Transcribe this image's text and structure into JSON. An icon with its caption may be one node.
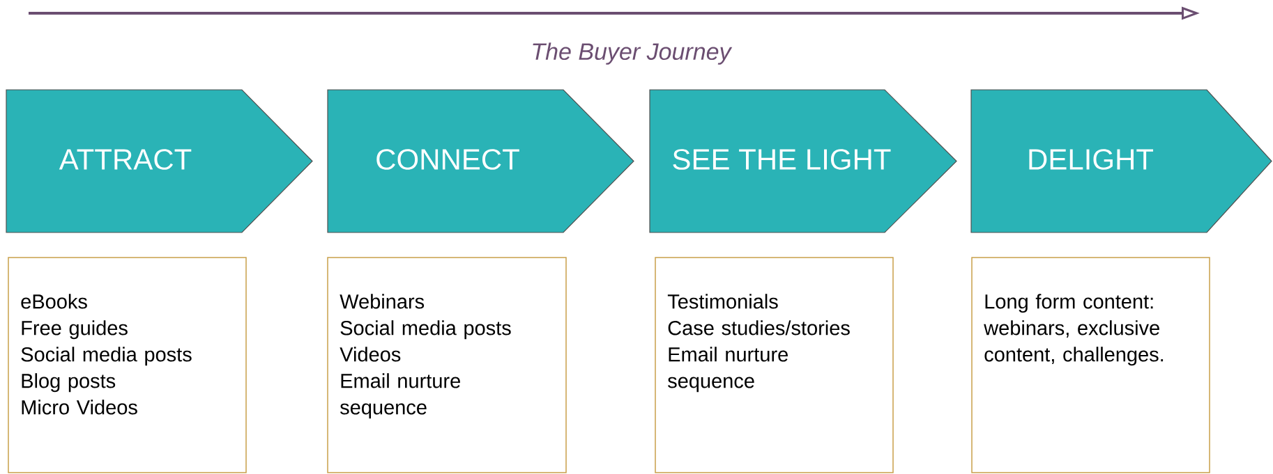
{
  "diagram": {
    "title": "The Buyer Journey",
    "nodes": [
      {
        "text": [
          "ATTRACT"
        ]
      },
      {
        "text": [
          "CONNECT"
        ]
      },
      {
        "text": [
          "SEE THE LIGHT"
        ]
      },
      {
        "text": [
          "DELIGHT"
        ]
      },
      {
        "text": [
          "eBooks",
          "Free guides",
          "Social media posts",
          "Blog posts",
          "Micro Videos"
        ]
      },
      {
        "text": [
          "Webinars",
          "Social media posts",
          "Videos",
          "Email nurture sequence"
        ]
      },
      {
        "text": [
          "Testimonials",
          "Case studies/stories",
          "Email nurture sequence"
        ]
      },
      {
        "text": [
          "Long form content: webinars, exclusive content, challenges."
        ]
      }
    ],
    "edges": []
  }
}
